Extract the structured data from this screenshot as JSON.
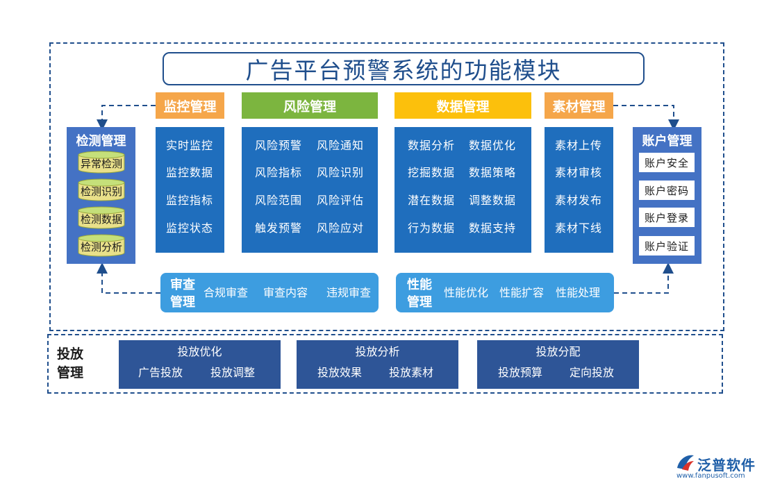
{
  "title": "广告平台预警系统的功能模块",
  "monitor": {
    "header": "监控管理",
    "items": [
      "实时监控",
      "监控数据",
      "监控指标",
      "监控状态"
    ]
  },
  "risk": {
    "header": "风险管理",
    "items": [
      "风险预警",
      "风险通知",
      "风险指标",
      "风险识别",
      "风险范围",
      "风险评估",
      "触发预警",
      "风险应对"
    ]
  },
  "data_mgmt": {
    "header": "数据管理",
    "items": [
      "数据分析",
      "数据优化",
      "挖掘数据",
      "数据策略",
      "潜在数据",
      "调整数据",
      "行为数据",
      "数据支持"
    ]
  },
  "material": {
    "header": "素材管理",
    "items": [
      "素材上传",
      "素材审核",
      "素材发布",
      "素材下线"
    ]
  },
  "detection": {
    "title": "检测管理",
    "items": [
      "异常检测",
      "检测识别",
      "检测数据",
      "检测分析"
    ]
  },
  "account": {
    "title": "账户管理",
    "items": [
      "账户安全",
      "账户密码",
      "账户登录",
      "账户验证"
    ]
  },
  "review": {
    "title_line1": "审查",
    "title_line2": "管理",
    "items": [
      "合规审查",
      "审查内容",
      "违规审查"
    ]
  },
  "performance": {
    "title_line1": "性能",
    "title_line2": "管理",
    "items": [
      "性能优化",
      "性能扩容",
      "性能处理"
    ]
  },
  "delivery": {
    "label_line1": "投放",
    "label_line2": "管理",
    "groups": [
      {
        "title": "投放优化",
        "items": [
          "广告投放",
          "投放调整"
        ]
      },
      {
        "title": "投放分析",
        "items": [
          "投放效果",
          "投放素材"
        ]
      },
      {
        "title": "投放分配",
        "items": [
          "投放预算",
          "定向投放"
        ]
      }
    ]
  },
  "logo": {
    "name": "泛普软件",
    "url": "www.fanpusoft.com"
  },
  "colors": {
    "frame": "#1f4e8c",
    "column_body": "#1f6ebd",
    "header_orange": "#f5a64a",
    "header_green": "#7cb53f",
    "header_yellow": "#fcc00c",
    "side_panel": "#4472c4",
    "pill": "#3d9de0",
    "bottom_box": "#2e5597",
    "cylinder": "#e9e08a"
  }
}
